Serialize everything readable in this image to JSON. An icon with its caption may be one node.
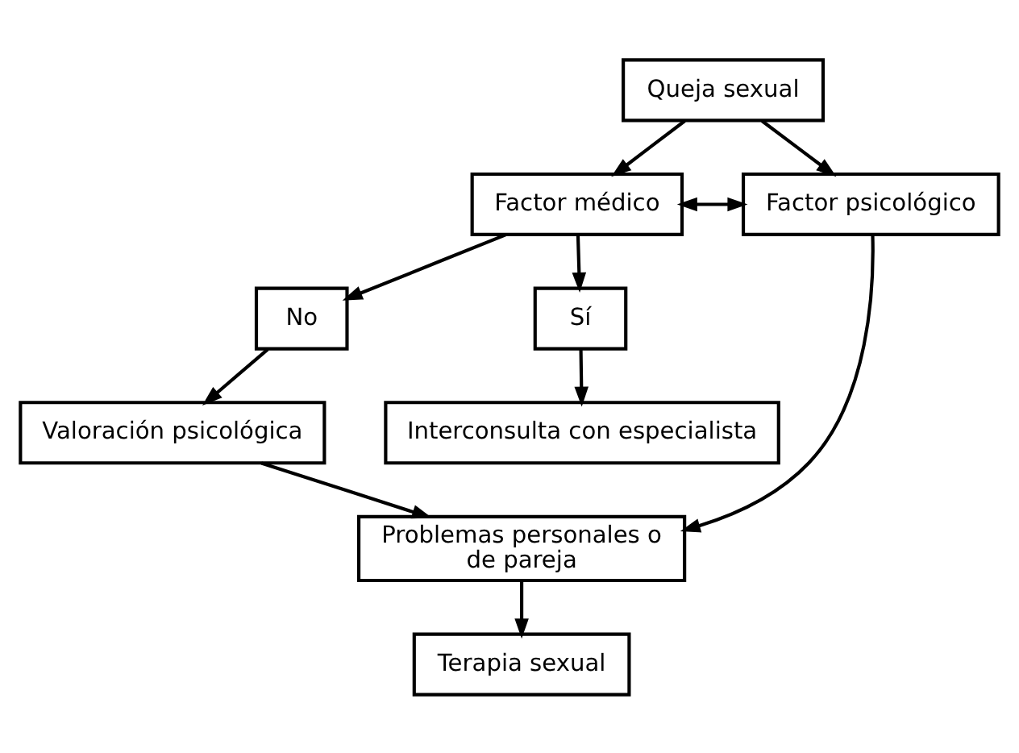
{
  "diagram": {
    "nodes": [
      {
        "text": [
          "Queja sexual"
        ]
      },
      {
        "text": [
          "Factor médico"
        ]
      },
      {
        "text": [
          "Factor psicológico"
        ]
      },
      {
        "text": [
          "No"
        ]
      },
      {
        "text": [
          "Sí"
        ]
      },
      {
        "text": [
          "Interconsulta con especialista"
        ]
      },
      {
        "text": [
          "Valoración psicológica"
        ]
      },
      {
        "text": [
          "Problemas personales o de pareja"
        ]
      },
      {
        "text": [
          "Terapia sexual"
        ]
      }
    ],
    "edges": [
      {
        "from": 0,
        "to": 1,
        "arrow": "to"
      },
      {
        "from": 0,
        "to": 2,
        "arrow": "to"
      },
      {
        "from": 1,
        "to": 2,
        "arrow": "both"
      },
      {
        "from": 1,
        "to": 3,
        "arrow": "to"
      },
      {
        "from": 1,
        "to": 4,
        "arrow": "to"
      },
      {
        "from": 4,
        "to": 5,
        "arrow": "to"
      },
      {
        "from": 3,
        "to": 6,
        "arrow": "to"
      },
      {
        "from": 2,
        "to": 7,
        "arrow": "to"
      },
      {
        "from": 6,
        "to": 7,
        "arrow": "to"
      },
      {
        "from": 7,
        "to": 8,
        "arrow": "to"
      }
    ]
  }
}
